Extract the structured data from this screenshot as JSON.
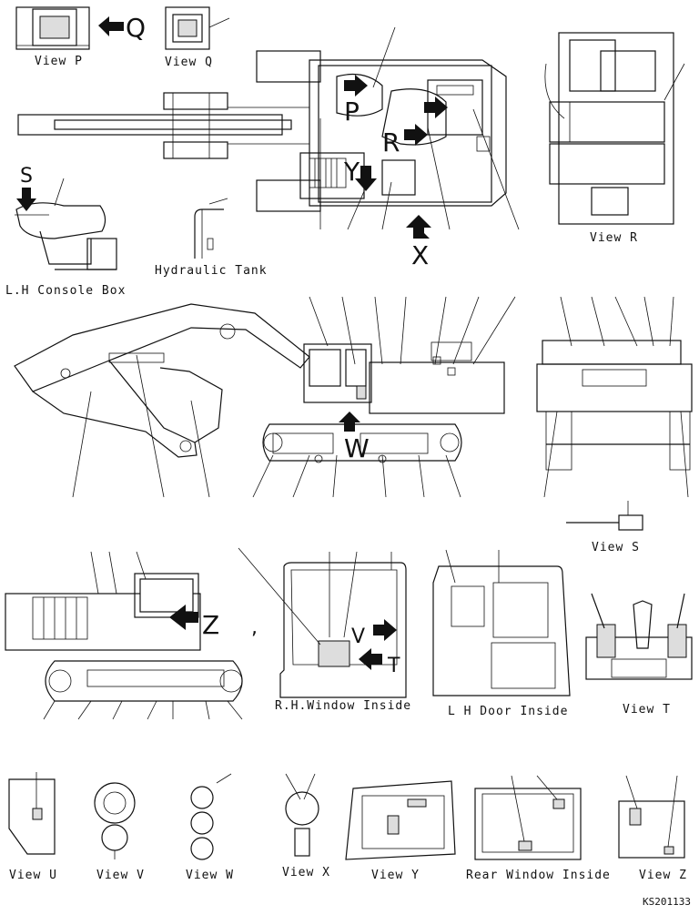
{
  "labels": {
    "view_p": "View P",
    "view_q": "View Q",
    "view_r": "View R",
    "view_s": "View S",
    "view_t": "View T",
    "view_u": "View U",
    "view_v": "View V",
    "view_w": "View W",
    "view_x": "View X",
    "view_y": "View Y",
    "view_z": "View Z",
    "hydraulic_tank": "Hydraulic Tank",
    "lh_console_box": "L.H  Console Box",
    "rh_window_inside": "R.H.Window  Inside",
    "lh_door_inside": "L H  Door  Inside",
    "rear_window_inside": "Rear Window Inside",
    "drawing_number": "KS201133"
  },
  "letters": {
    "q": "Q",
    "p": "P",
    "r": "R",
    "y": "Y",
    "s": "S",
    "x": "X",
    "w": "W",
    "z": "Z",
    "v": "V",
    "t": "T",
    "comma": ","
  }
}
